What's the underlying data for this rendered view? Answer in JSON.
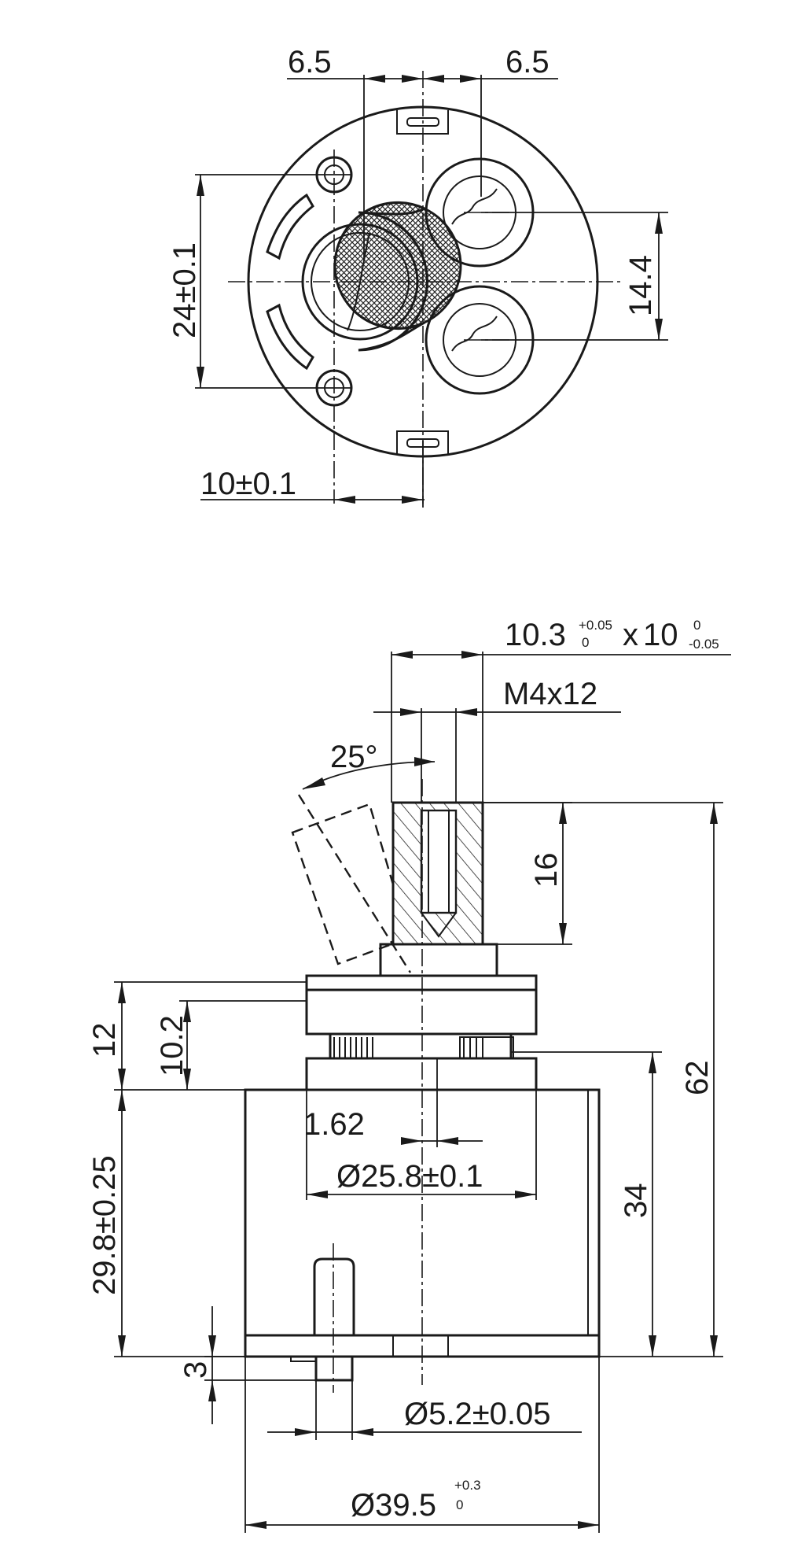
{
  "top_view": {
    "dim_left_offset": "6.5",
    "dim_right_offset": "6.5",
    "dim_mount_spacing": "24±0.1",
    "dim_port_spacing": "14.4",
    "dim_bottom_offset": "10±0.1"
  },
  "side_view": {
    "stem_width_main": "10.3",
    "stem_width_main_tol_upper": "+0.05",
    "stem_width_main_tol_lower": "0",
    "stem_width_sep": "x",
    "stem_width_second": "10",
    "stem_width_second_tol_upper": "0",
    "stem_width_second_tol_lower": "-0.05",
    "thread": "M4x12",
    "angle": "25°",
    "stem_height": "16",
    "overall_height": "62",
    "upper_height": "12",
    "collar_height": "10.2",
    "offset": "1.62",
    "collar_diameter": "Ø25.8±0.1",
    "body_to_pin_height": "34",
    "body_height": "29.8±0.25",
    "pin_height": "3",
    "pin_diameter": "Ø5.2±0.05",
    "body_diameter_main": "Ø39.5",
    "body_diameter_tol_upper": "+0.3",
    "body_diameter_tol_lower": "0"
  }
}
